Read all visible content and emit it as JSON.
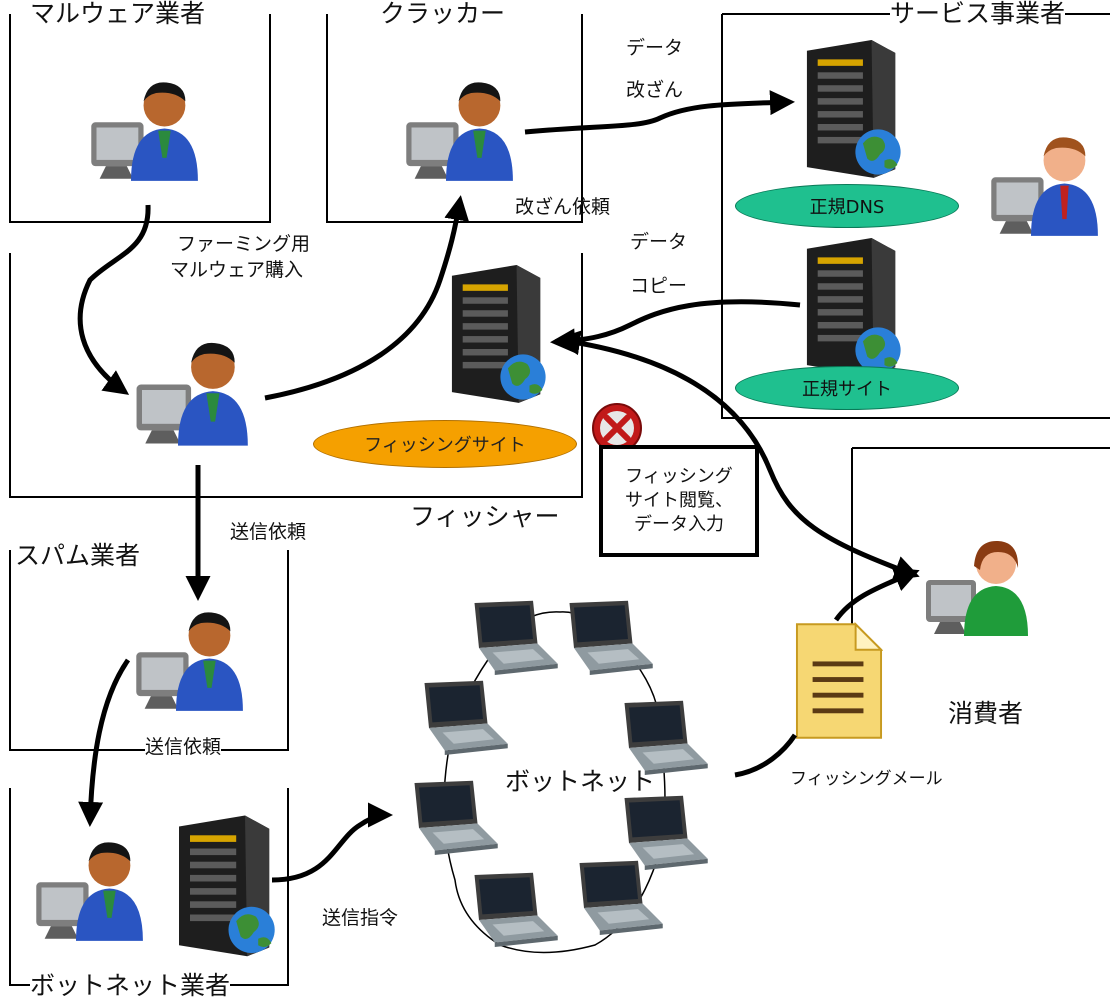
{
  "actors": {
    "malware_vendor": "マルウェア業者",
    "cracker": "クラッカー",
    "service_provider": "サービス事業者",
    "phisher": "フィッシャー",
    "spam_vendor": "スパム業者",
    "botnet_operator": "ボットネット業者",
    "consumer": "消費者"
  },
  "servers": {
    "legit_dns": "正規DNS",
    "legit_site": "正規サイト",
    "phishing_site": "フィッシングサイト"
  },
  "flows": {
    "data_tamper_1": "データ",
    "data_tamper_2": "改ざん",
    "tamper_request": "改ざん依頼",
    "data_copy_1": "データ",
    "data_copy_2": "コピー",
    "malware_buy_1": "ファーミング用",
    "malware_buy_2": "マルウェア購入",
    "send_request_1": "送信依頼",
    "send_request_2": "送信依頼",
    "send_command": "送信指令",
    "botnet": "ボットネット",
    "phishing_mail": "フィッシングメール"
  },
  "callout": {
    "line1": "フィッシング",
    "line2": "サイト閲覧、",
    "line3": "データ入力"
  }
}
